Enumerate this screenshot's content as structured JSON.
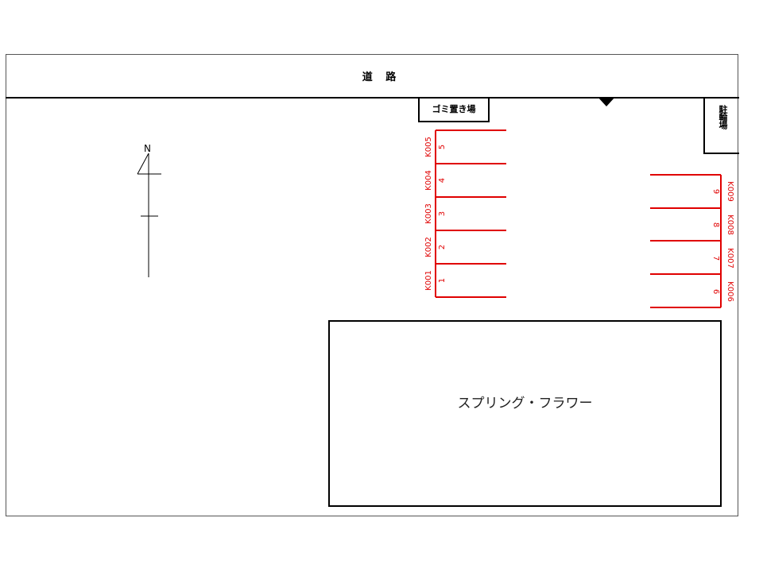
{
  "road": {
    "label": "道 路"
  },
  "entrance_marker": {
    "icon": "entrance-triangle-icon"
  },
  "garbage_area": {
    "label": "ゴミ置き場"
  },
  "bicycle_parking": {
    "label": "駐輪場"
  },
  "compass": {
    "label": "N",
    "icon": "north-arrow-icon"
  },
  "building": {
    "name": "スプリング・フラワー"
  },
  "colors": {
    "parking_lines": "#e00000",
    "structure_lines": "#000000"
  },
  "parking_left": {
    "spaces": [
      {
        "id": "K005",
        "number": "5"
      },
      {
        "id": "K004",
        "number": "4"
      },
      {
        "id": "K003",
        "number": "3"
      },
      {
        "id": "K002",
        "number": "2"
      },
      {
        "id": "K001",
        "number": "1"
      }
    ]
  },
  "parking_right": {
    "spaces": [
      {
        "id": "K009",
        "number": "9"
      },
      {
        "id": "K008",
        "number": "8"
      },
      {
        "id": "K007",
        "number": "7"
      },
      {
        "id": "K006",
        "number": "6"
      }
    ]
  }
}
